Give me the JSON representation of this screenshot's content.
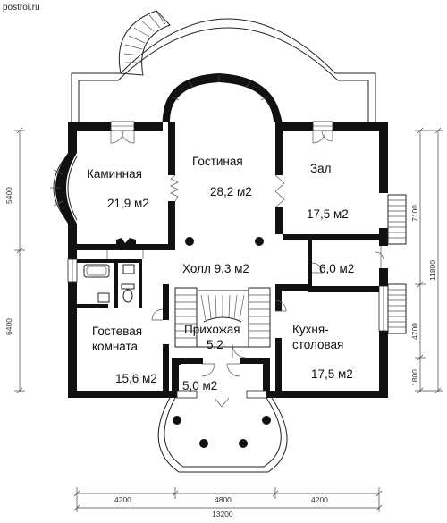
{
  "source": "postroi.ru",
  "rooms": {
    "kaminnaya": {
      "name": "Каминная",
      "area": "21,9 м2"
    },
    "gostinaya": {
      "name": "Гостиная",
      "area": "28,2 м2"
    },
    "zal": {
      "name": "Зал",
      "area": "17,5 м2"
    },
    "small_room": {
      "area": "6,0 м2"
    },
    "holl": {
      "label": "Холл 9,3 м2"
    },
    "gostevaya": {
      "name_line1": "Гостевая",
      "name_line2": "комната",
      "area": "15,6 м2"
    },
    "prihozhaya": {
      "name": "Прихожая",
      "area": "5,2"
    },
    "kuhnya": {
      "name_line1": "Кухня-",
      "name_line2": "столовая",
      "area": "17,5 м2"
    },
    "tambur": {
      "area": "5,0 м2"
    }
  },
  "dimensions": {
    "bottom_segments": [
      "4200",
      "4800",
      "4200"
    ],
    "bottom_total": "13200",
    "left": [
      "5400",
      "6400"
    ],
    "right_inner": [
      "7100",
      "4700",
      "1800"
    ],
    "right_total": "11800"
  },
  "colors": {
    "wall": "#111111",
    "line": "#222222",
    "background": "#ffffff"
  }
}
